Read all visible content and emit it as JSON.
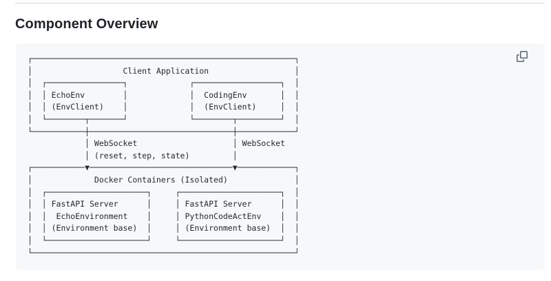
{
  "page": {
    "heading": "Component Overview"
  },
  "code_block": {
    "diagram_lines": [
      "┌───────────────────────────────────────────────────────┐",
      "│                   Client Application                  │",
      "│  ┌────────────────┐             ┌──────────────────┐  │",
      "│  │ EchoEnv        │             │  CodingEnv       │  │",
      "│  │ (EnvClient)    │             │  (EnvClient)     │  │",
      "│  └────────┬───────┘             └────────┬─────────┘  │",
      "└───────────┼──────────────────────────────┼────────────┘",
      "            │ WebSocket                    │ WebSocket",
      "            │ (reset, step, state)         │",
      "┌───────────▼──────────────────────────────▼────────────┐",
      "│             Docker Containers (Isolated)              │",
      "│  ┌─────────────────────┐     ┌─────────────────────┐  │",
      "│  │ FastAPI Server      │     │ FastAPI Server      │  │",
      "│  │  EchoEnvironment    │     │ PythonCodeActEnv    │  │",
      "│  │ (Environment base)  │     │ (Environment base)  │  │",
      "│  └─────────────────────┘     └─────────────────────┘  │",
      "└───────────────────────────────────────────────────────┘"
    ]
  },
  "diagram_semantics": {
    "client_application": {
      "title": "Client Application",
      "components": [
        {
          "name": "EchoEnv",
          "role": "(EnvClient)"
        },
        {
          "name": "CodingEnv",
          "role": "(EnvClient)"
        }
      ]
    },
    "connections": [
      {
        "label": "WebSocket",
        "detail": "(reset, step, state)"
      },
      {
        "label": "WebSocket"
      }
    ],
    "docker_containers": {
      "title": "Docker Containers (Isolated)",
      "components": [
        {
          "name": "FastAPI Server",
          "impl": "EchoEnvironment",
          "base": "(Environment base)"
        },
        {
          "name": "FastAPI Server",
          "impl": "PythonCodeActEnv",
          "base": "(Environment base)"
        }
      ]
    }
  },
  "icons": {
    "copy": "copy-icon"
  },
  "colors": {
    "page_background": "#ffffff",
    "code_block_background": "#f6f8fa",
    "diagram_text": "#24292f",
    "heading_text": "#1f2328",
    "divider": "#d0d7de",
    "copy_icon": "#59636e"
  }
}
